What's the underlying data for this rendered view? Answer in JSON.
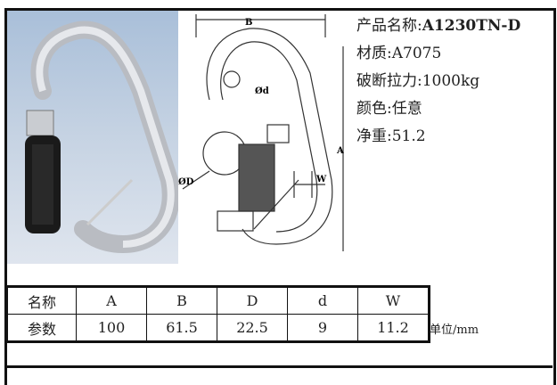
{
  "specs": {
    "name_label": "产品名称:",
    "name_value": "A1230TN-D",
    "material": "材质:A7075",
    "breaking_force": "破断拉力:1000kg",
    "color": "颜色:任意",
    "net_weight": "净重:51.2"
  },
  "drawing_labels": {
    "B": "B",
    "A": "A",
    "d": "Ød",
    "D": "ØD",
    "W": "W"
  },
  "table": {
    "header": [
      "名称",
      "A",
      "B",
      "D",
      "d",
      "W"
    ],
    "values": [
      "参数",
      "100",
      "61.5",
      "22.5",
      "9",
      "11.2"
    ]
  },
  "unit": "单位/mm"
}
